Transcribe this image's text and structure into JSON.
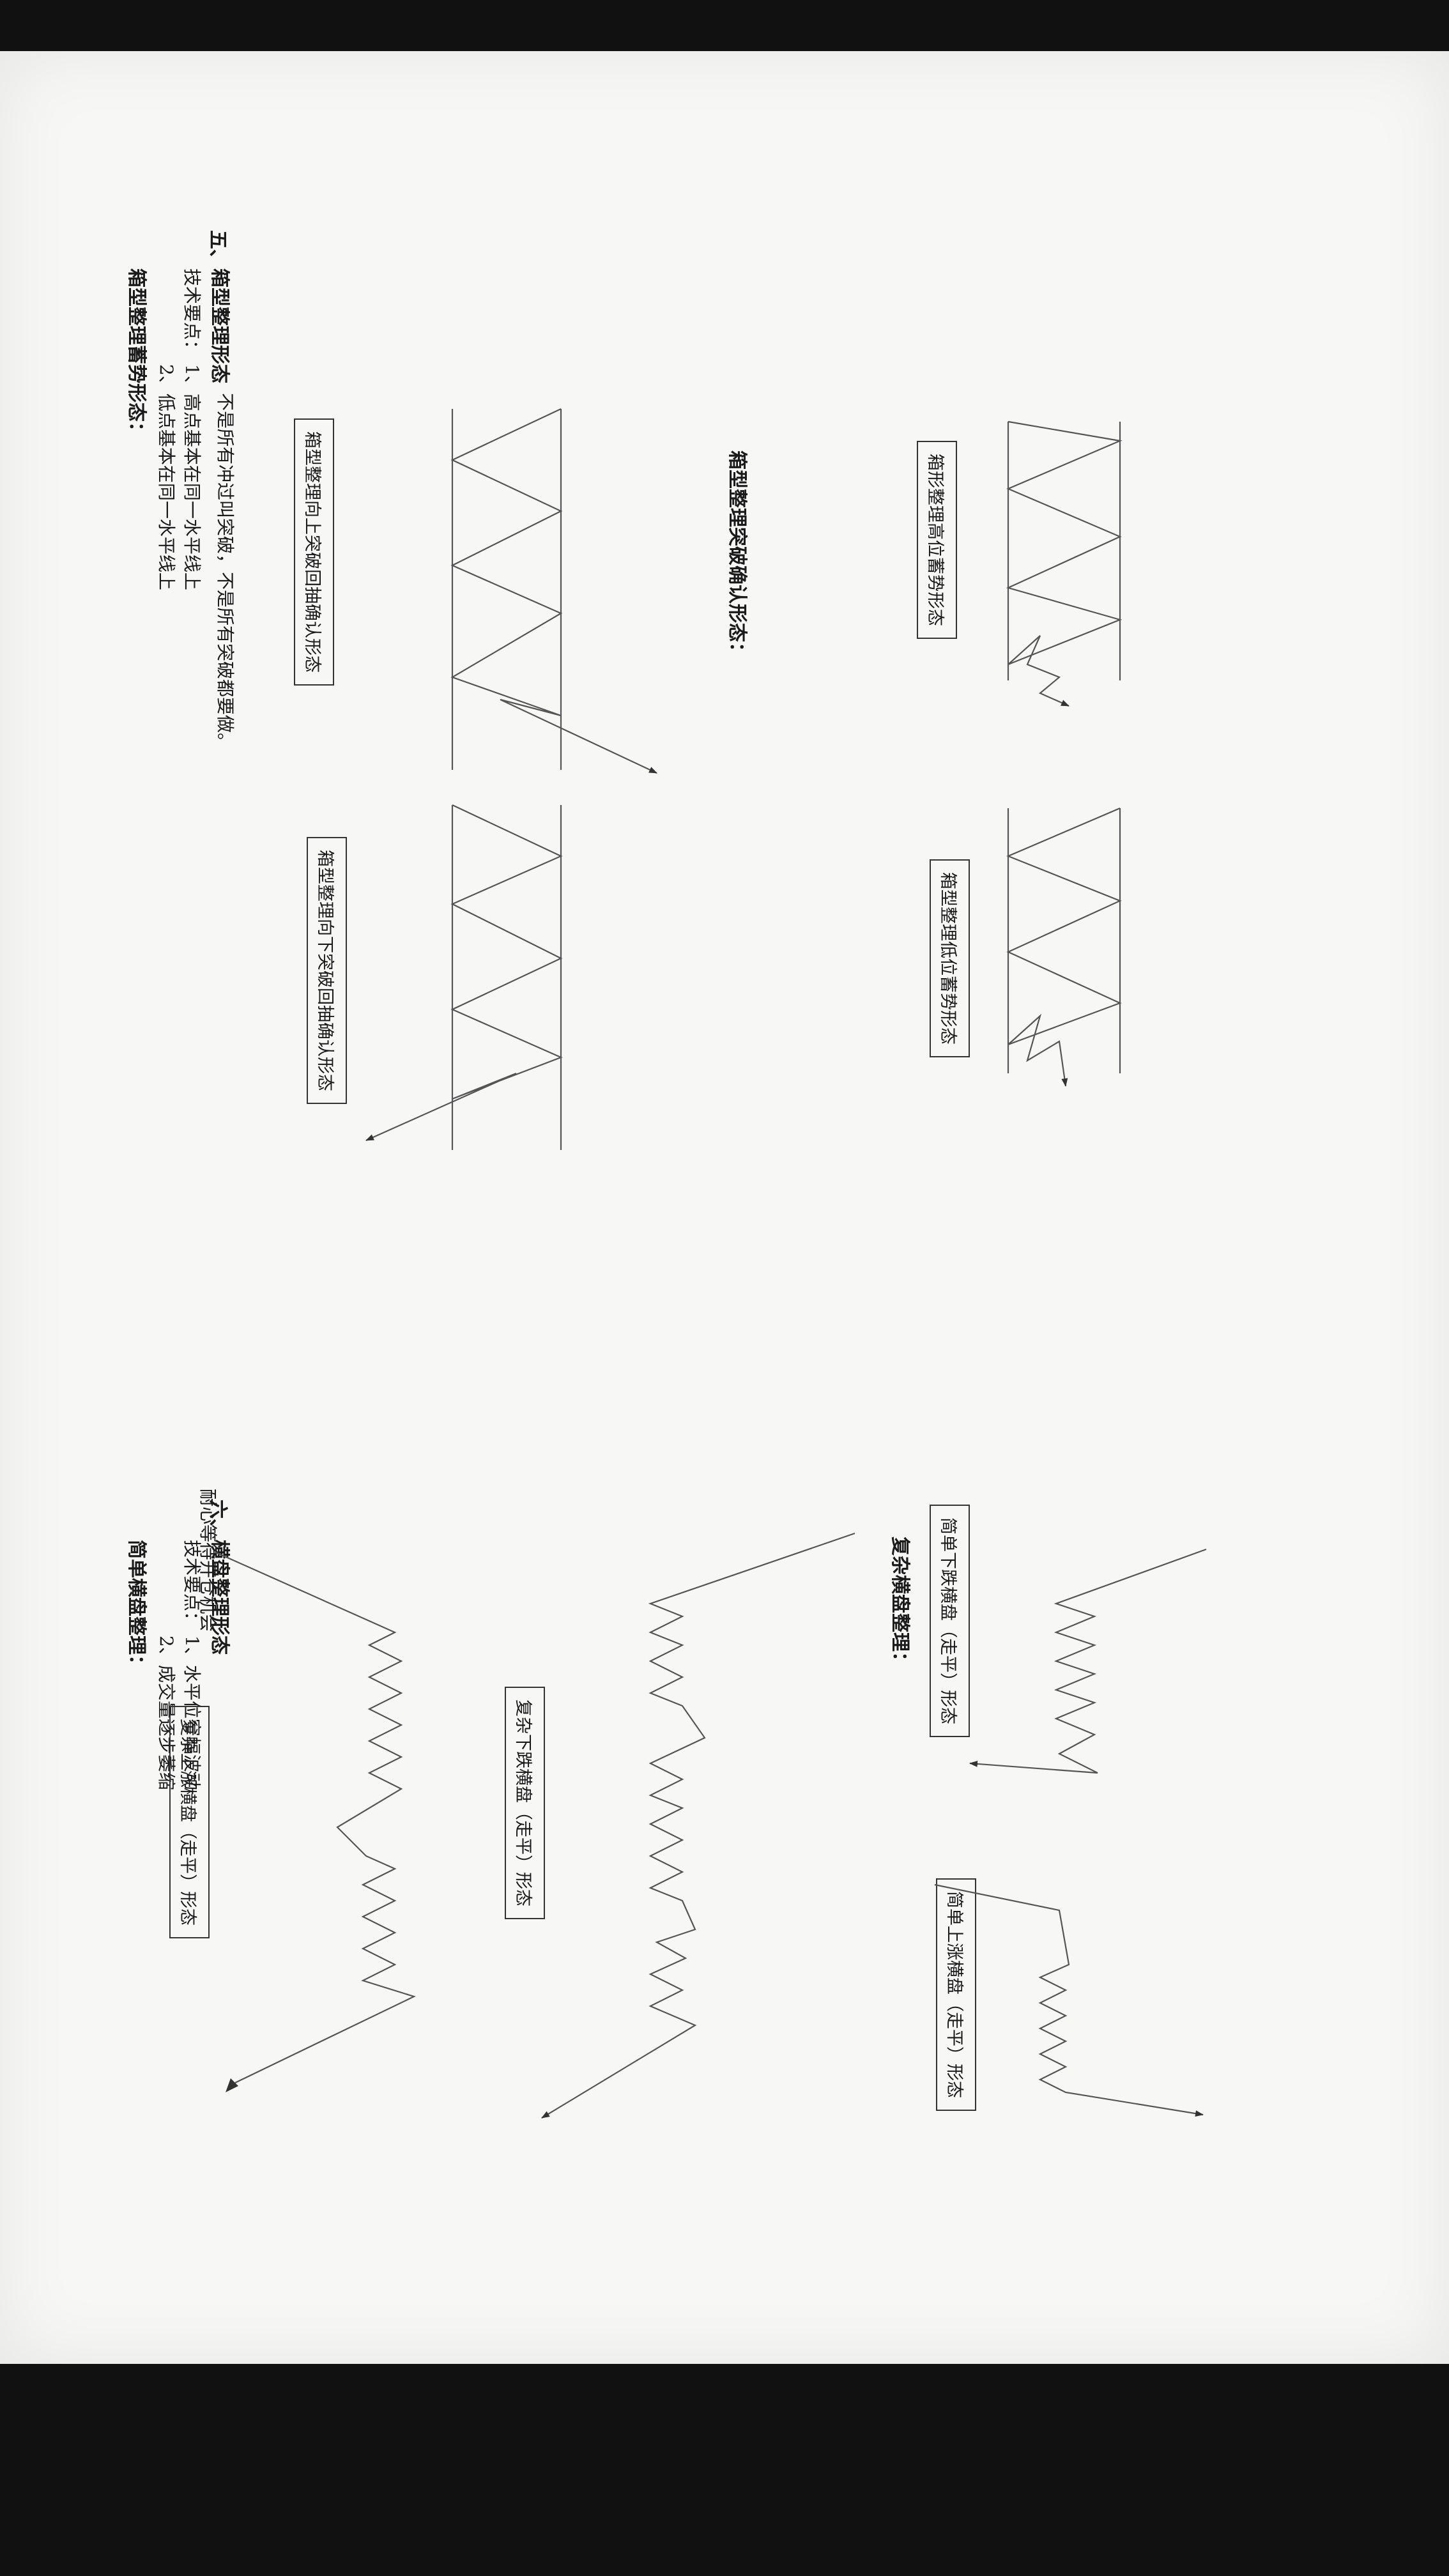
{
  "section5": {
    "number": "五、",
    "title": "箱型整理形态",
    "tips_label": "技术要点：",
    "tip1": "1、高点基本在同一水平线上",
    "tip2": "2、低点基本在同一水平线上",
    "subtitle": "箱型整理蓄势形态：",
    "box_high": "箱形整理高位蓄势形态",
    "box_low": "箱型整理低位蓄势形态",
    "breakout_title": "箱型整理突破确认形态：",
    "box_up": "箱型整理向上突破回抽确认形态",
    "box_down": "箱型整理向下突破回抽确认形态",
    "note": "不是所有冲过叫突破，不是所有突破都要做。"
  },
  "section6": {
    "number": "六、",
    "title": "横盘整理形态",
    "tips_label": "技术要点：",
    "tip1": "1、水平位窄幅波动",
    "tip2": "2、成交量逐步萎缩",
    "subtitle_simple": "简单横盘整理：",
    "simple_down": "简单下跌横盘（走平）形态",
    "simple_up": "简单上涨横盘（走平）形态",
    "subtitle_complex": "复杂横盘整理：",
    "complex_down": "复杂下跌横盘（走平）形态",
    "complex_up": "复杂上涨横盘（走平）形态",
    "note": "耐心等待开仓机会"
  },
  "colors": {
    "paper": "#f7f7f6",
    "ink": "#1a1a1a",
    "line": "#555555"
  }
}
